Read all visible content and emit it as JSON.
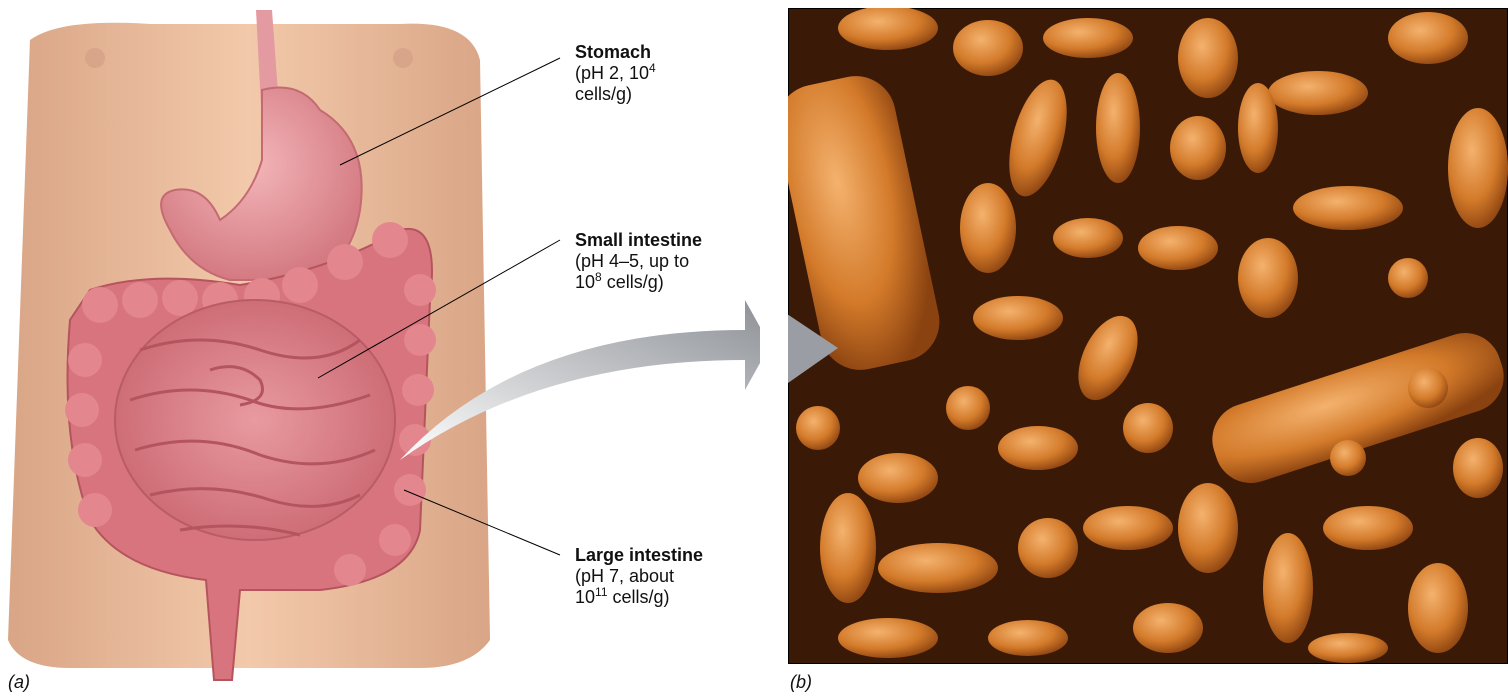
{
  "panel_a": {
    "letter": "(a)",
    "labels": [
      {
        "name": "Stomach",
        "detail_pre": "(pH 2, 10",
        "detail_sup": "4",
        "detail_post": "",
        "detail_line2": "cells/g)"
      },
      {
        "name": "Small intestine",
        "detail_pre": "(pH 4–5, up to",
        "detail_line2_pre": "10",
        "detail_sup": "8",
        "detail_post": " cells/g)"
      },
      {
        "name": "Large intestine",
        "detail_pre": "(pH 7, about",
        "detail_line2_pre": "10",
        "detail_sup": "11",
        "detail_post": " cells/g)"
      }
    ]
  },
  "panel_b": {
    "letter": "(b)"
  },
  "colors": {
    "skin": "#efc3a2",
    "organ": "#e0858c",
    "micrograph": "#c86a1c",
    "arrow": "#9a9ea4"
  }
}
